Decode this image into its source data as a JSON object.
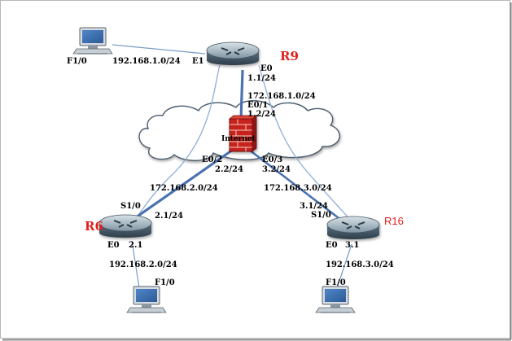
{
  "routers": {
    "r9": {
      "name": "R9",
      "e0_label": "E0",
      "e0_addr": "1.1/24",
      "e1_label": "E1"
    },
    "r6": {
      "name": "R6",
      "s10_label": "S1/0",
      "s10_addr": "2.1/24",
      "e0_label": "E0",
      "e0_addr": "2.1"
    },
    "r16": {
      "name": "R16",
      "s10_label": "S1/0",
      "s10_addr": "3.1/24",
      "e0_label": "E0",
      "e0_addr": "3.1"
    }
  },
  "firewall": {
    "label": "Internet",
    "e01_label": "E0/1",
    "e01_addr": "1.2/24",
    "e02_label": "E0/2",
    "e02_addr": "2.2/24",
    "e03_label": "E0/3",
    "e03_addr": "3.2/24"
  },
  "networks": {
    "r9_lan": "192.168.1.0/24",
    "r9_fw": "172.168.1.0/24",
    "r6_fw": "172.168.2.0/24",
    "r16_fw": "172.168.3.0/24",
    "r6_lan": "192.168.2.0/24",
    "r16_lan": "192.168.3.0/24"
  },
  "hosts": {
    "pc1": {
      "label": "F1/0"
    },
    "pc2": {
      "label": "F1/0"
    },
    "pc3": {
      "label": "F1/0"
    }
  },
  "colors": {
    "router_name": "#e0201c",
    "serial_link": "#4a72b0",
    "lan_link": "#7a9cc8",
    "firewall": "#c8241c"
  },
  "icons": {
    "router": "router-icon",
    "firewall": "firewall-icon",
    "cloud": "cloud-icon",
    "pc": "pc-icon"
  }
}
